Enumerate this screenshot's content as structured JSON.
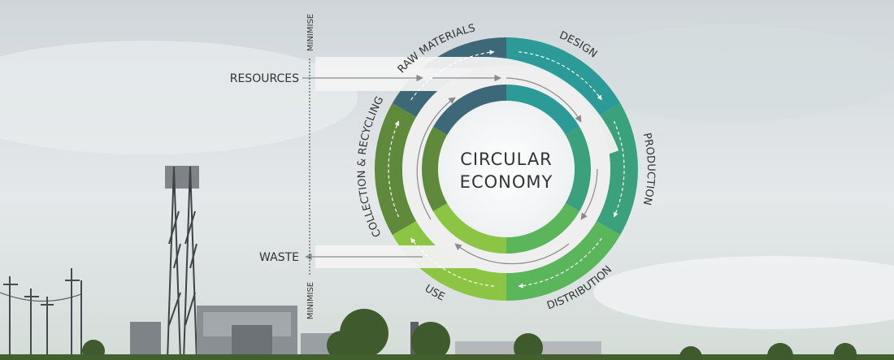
{
  "diagram": {
    "center": {
      "line1": "CIRCULAR",
      "line2": "ECONOMY"
    },
    "stages": [
      {
        "id": "raw-materials",
        "label": "RAW MATERIALS"
      },
      {
        "id": "design",
        "label": "DESIGN"
      },
      {
        "id": "production",
        "label": "PRODUCTION"
      },
      {
        "id": "distribution",
        "label": "DISTRIBUTION"
      },
      {
        "id": "use",
        "label": "USE"
      },
      {
        "id": "collection-recycling",
        "label": "COLLECTION & RECYCLING"
      }
    ],
    "inputs": {
      "resources": "RESOURCES",
      "waste": "WASTE"
    },
    "axis": {
      "top": "MINIMISE",
      "bottom": "MINIMISE"
    }
  },
  "colors": {
    "sky": "#dde3e6",
    "raw_materials": "#3d6878",
    "design": "#2c9b97",
    "production": "#3aa17c",
    "distribution": "#5bb55a",
    "use": "#8cc544",
    "collection": "#5f8a3c",
    "outer_ring": "#cfe6e2",
    "flow_band": "#f0f0f0"
  }
}
